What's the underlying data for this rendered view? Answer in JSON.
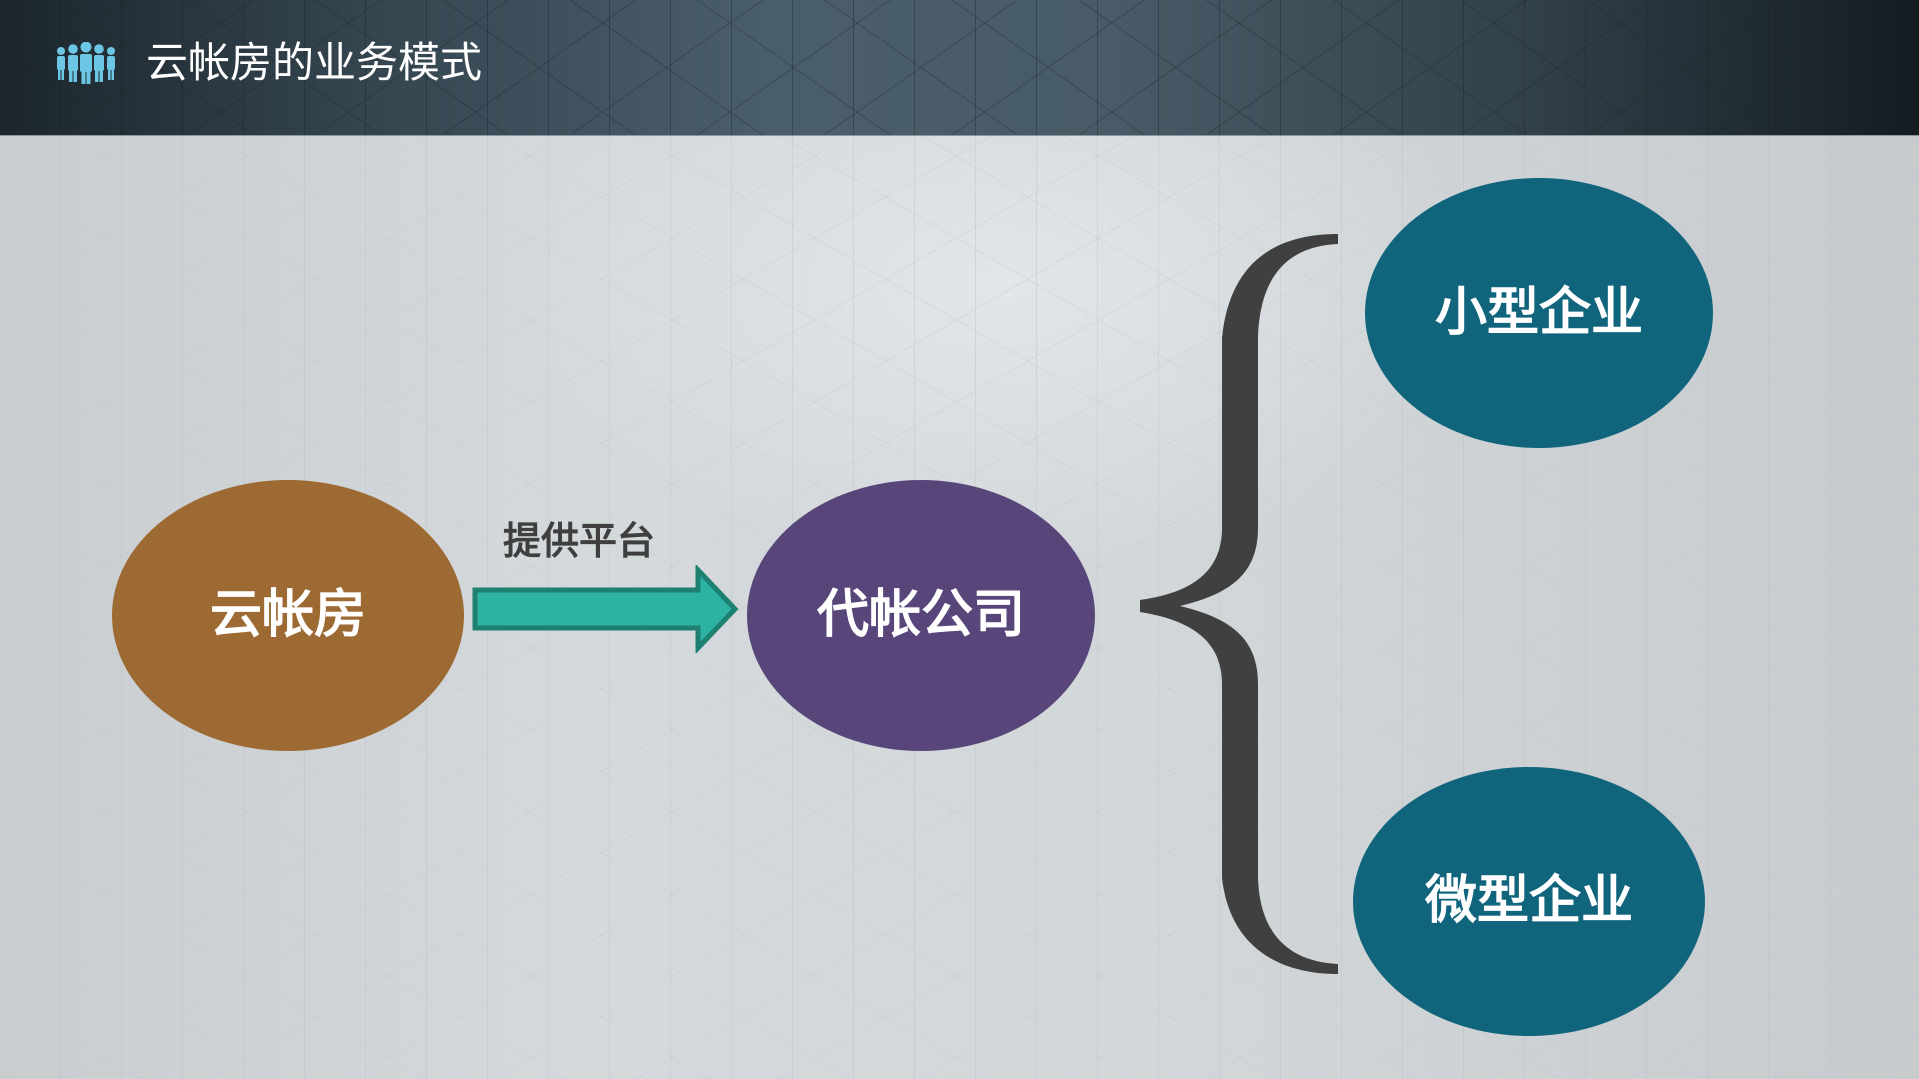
{
  "header": {
    "icon": "people-group-icon",
    "icon_color": "#6BC7E3",
    "title": "云帐房的业务模式"
  },
  "diagram": {
    "nodes": [
      {
        "id": "yunzhangfang",
        "label": "云帐房",
        "color": "#9C6A32"
      },
      {
        "id": "agency",
        "label": "代帐公司",
        "color": "#58467A"
      },
      {
        "id": "small-enterprise",
        "label": "小型企业",
        "color": "#10657C"
      },
      {
        "id": "micro-enterprise",
        "label": "微型企业",
        "color": "#10657C"
      }
    ],
    "edges": [
      {
        "from": "yunzhangfang",
        "to": "agency",
        "label": "提供平台",
        "type": "arrow",
        "color": "#2CB3A3",
        "border": "#1E8070"
      },
      {
        "from": "agency",
        "to": [
          "small-enterprise",
          "micro-enterprise"
        ],
        "type": "brace",
        "color": "#404040"
      }
    ]
  }
}
